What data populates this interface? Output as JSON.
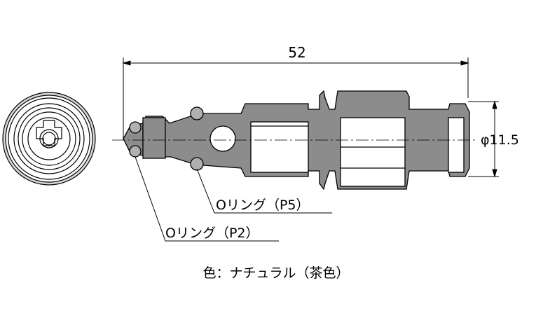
{
  "dimensions": {
    "length": "52",
    "diameter": "φ11.5"
  },
  "callouts": {
    "oring_p5": "Oリング（P5）",
    "oring_p2": "Oリング（P2）"
  },
  "caption": "色：ナチュラル（茶色）",
  "colors": {
    "body_fill": "#8c8c8c",
    "ring_fill": "#b0b0b0",
    "line": "#000000"
  }
}
